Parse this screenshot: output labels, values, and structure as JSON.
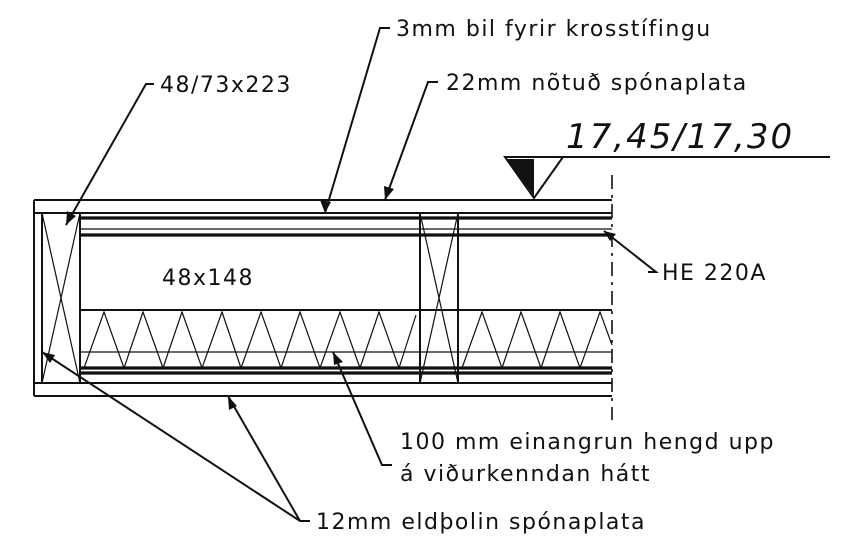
{
  "annotations": {
    "cross_bracing_gap": "3mm bil fyrir krosstífingu",
    "end_joist": "48/73x223",
    "tongue_groove_chipboard": "22mm nõtuð spónaplata",
    "elevation": "17,45/17,30",
    "steel_beam": "HE 220A",
    "joist": "48x148",
    "insulation_line1": "100 mm einangrun hengd upp",
    "insulation_line2": "á viðurkenndan hátt",
    "fire_resistant_chipboard": "12mm eldþolin spónaplata"
  },
  "colors": {
    "ink": "#111111",
    "background": "#ffffff"
  }
}
